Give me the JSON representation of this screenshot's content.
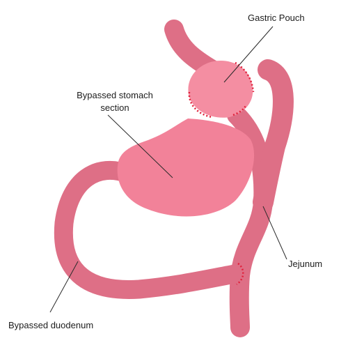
{
  "labels": {
    "gastric_pouch": "Gastric Pouch",
    "bypassed_stomach_line1": "Bypassed stomach",
    "bypassed_stomach_line2": "section",
    "jejunum": "Jejunum",
    "bypassed_duodenum": "Bypassed duodenum"
  },
  "colors": {
    "organ_dark": "#de6f86",
    "organ_light": "#f28299",
    "pouch": "#f48ea2",
    "staple_line": "#e0203a",
    "leader_line": "#2a2a2a"
  }
}
